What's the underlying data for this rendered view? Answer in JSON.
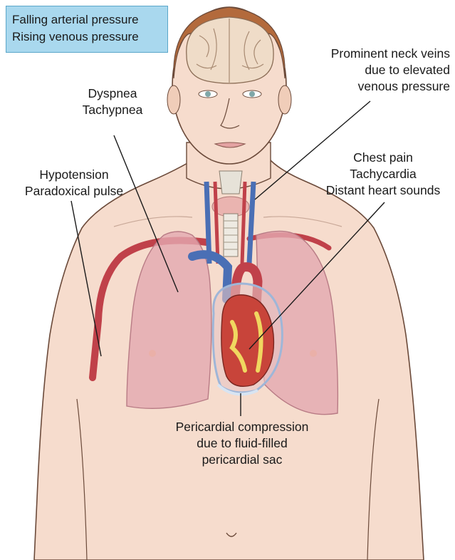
{
  "callout": {
    "line1": "Falling arterial pressure",
    "line2": "Rising venous pressure"
  },
  "labels": {
    "dyspnea": {
      "line1": "Dyspnea",
      "line2": "Tachypnea"
    },
    "hypotension": {
      "line1": "Hypotension",
      "line2": "Paradoxical pulse"
    },
    "neck_veins": {
      "line1": "Prominent neck veins",
      "line2": "due to elevated",
      "line3": "venous pressure"
    },
    "chest": {
      "line1": "Chest pain",
      "line2": "Tachycardia",
      "line3": "Distant heart sounds"
    },
    "pericardial": {
      "line1": "Pericardial compression",
      "line2": "due to fluid-filled",
      "line3": "pericardial sac"
    }
  },
  "colors": {
    "skin": "#f6dccd",
    "skin_outline": "#6b4a3a",
    "hair": "#b36a3c",
    "lung": "#e3a9b0",
    "heart": "#c8443a",
    "vein": "#4a6fb5",
    "artery": "#c0414a",
    "callout_fill": "#a9d8ee"
  }
}
